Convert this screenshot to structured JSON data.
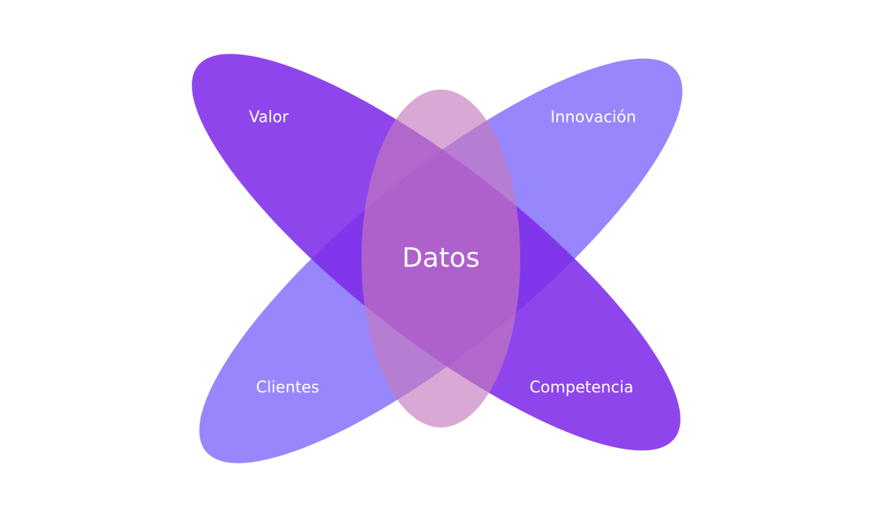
{
  "diagram": {
    "center": {
      "label": "Datos",
      "color": "#c884c3"
    },
    "petals": [
      {
        "id": "valor",
        "label": "Valor",
        "color": "#8b3ded"
      },
      {
        "id": "innovacion",
        "label": "Innovación",
        "color": "#8f7cfd"
      },
      {
        "id": "clientes",
        "label": "Clientes",
        "color": "#8f7cfd"
      },
      {
        "id": "competencia",
        "label": "Competencia",
        "color": "#8b3ded"
      }
    ]
  }
}
